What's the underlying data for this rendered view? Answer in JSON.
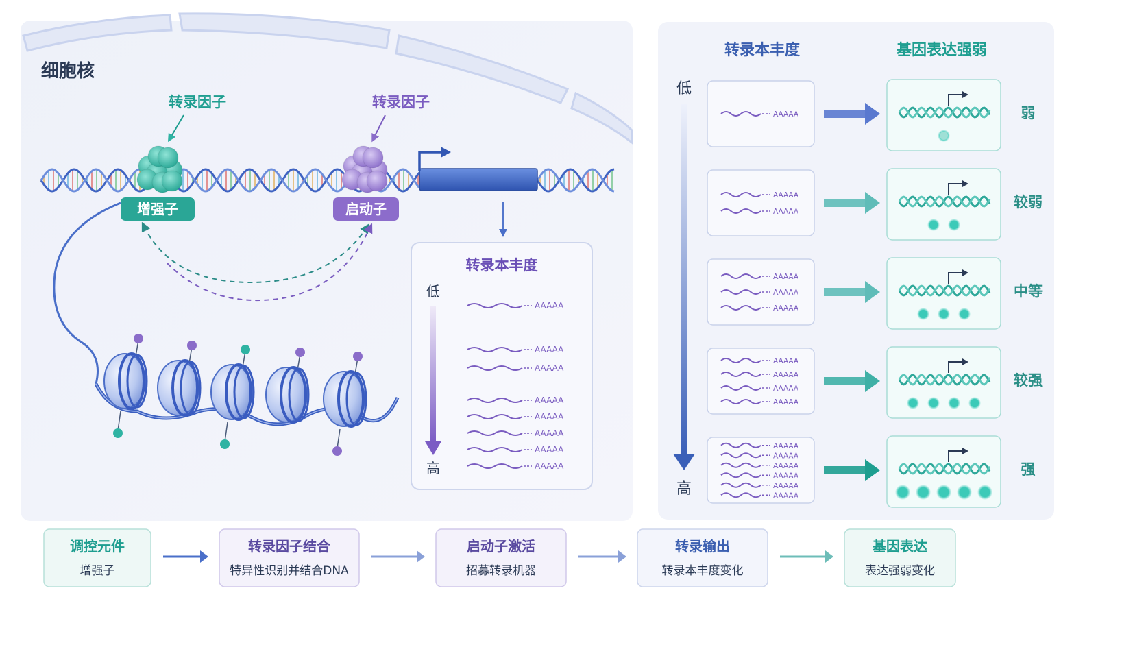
{
  "colors": {
    "teal": "#2fb3a3",
    "purple": "#8a6cc9",
    "blue": "#4a6fc9",
    "panel_bg": "#f1f3fa",
    "text_dark": "#2b3a55"
  },
  "icons": [
    "dna-helix-icon",
    "transcription-factor-icon",
    "nucleosome-icon",
    "transcription-start-arrow-icon",
    "mrna-strand-icon",
    "expression-dot-icon",
    "flow-arrow-icon"
  ],
  "nucleus": {
    "title": "细胞核",
    "tf_left_label": "转录因子",
    "tf_right_label": "转录因子",
    "enhancer_label": "增强子",
    "promoter_label": "启动子"
  },
  "inset": {
    "title": "转录本丰度",
    "low": "低",
    "high": "高",
    "rows": [
      {
        "count": 1,
        "tail": "AAAAA"
      },
      {
        "count": 2,
        "tail": "AAAAA"
      },
      {
        "count": 5,
        "tail": "AAAAA"
      }
    ]
  },
  "right_panel": {
    "col1_title": "转录本丰度",
    "col2_title": "基因表达强弱",
    "low": "低",
    "high": "高",
    "rows": [
      {
        "mrna_count": 1,
        "dots": 1,
        "label": "弱",
        "tail": "AAAAA"
      },
      {
        "mrna_count": 2,
        "dots": 2,
        "label": "较弱",
        "tail": "AAAAA"
      },
      {
        "mrna_count": 3,
        "dots": 3,
        "label": "中等",
        "tail": "AAAAA"
      },
      {
        "mrna_count": 4,
        "dots": 4,
        "label": "较强",
        "tail": "AAAAA"
      },
      {
        "mrna_count": 6,
        "dots": 5,
        "label": "强",
        "tail": "AAAAA"
      }
    ]
  },
  "flow": [
    {
      "title": "调控元件",
      "subtitle": "增强子"
    },
    {
      "title": "转录因子结合",
      "subtitle": "特异性识别并结合DNA"
    },
    {
      "title": "启动子激活",
      "subtitle": "招募转录机器"
    },
    {
      "title": "转录输出",
      "subtitle": "转录本丰度变化"
    },
    {
      "title": "基因表达",
      "subtitle": "表达强弱变化"
    }
  ]
}
